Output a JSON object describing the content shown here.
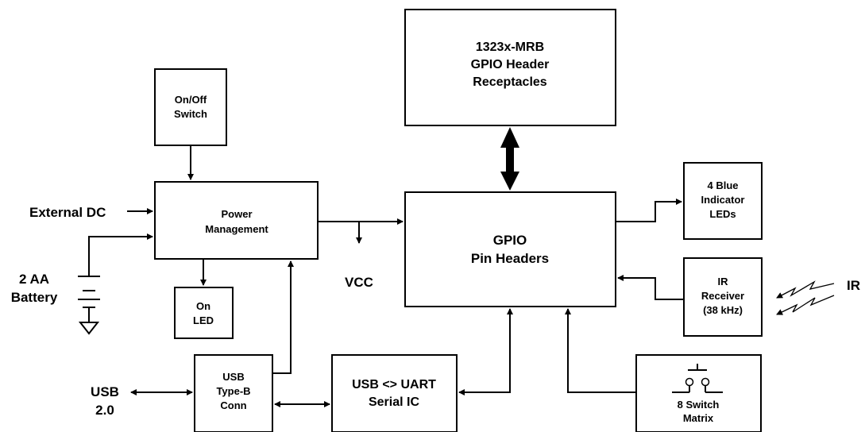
{
  "blocks": {
    "mrb": [
      "1323x-MRB",
      "GPIO Header",
      "Receptacles"
    ],
    "switch": [
      "On/Off",
      "Switch"
    ],
    "power": [
      "Power",
      "Management"
    ],
    "gpio": [
      "GPIO",
      "Pin Headers"
    ],
    "leds": [
      "4 Blue",
      "Indicator",
      "LEDs"
    ],
    "ir": [
      "IR",
      "Receiver",
      "(38 kHz)"
    ],
    "onled": [
      "On",
      "LED"
    ],
    "usbconn": [
      "USB",
      "Type-B",
      "Conn"
    ],
    "uart": [
      "USB <> UART",
      "Serial IC"
    ],
    "matrix": [
      "8 Switch",
      "Matrix"
    ]
  },
  "labels": {
    "external_dc": "External DC",
    "battery": [
      "2 AA",
      "Battery"
    ],
    "vcc": "VCC",
    "usb": [
      "USB",
      "2.0"
    ],
    "ir": "IR"
  }
}
